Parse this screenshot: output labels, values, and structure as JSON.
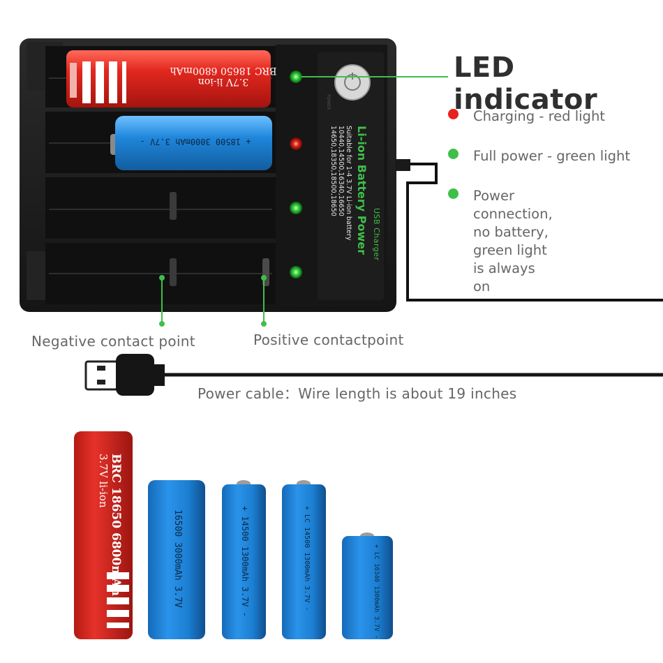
{
  "title": "LED indicator",
  "legend": [
    {
      "color": "#e8201e",
      "text": "Charging - red light"
    },
    {
      "color": "#3fbf4a",
      "text": "Full power - green light"
    },
    {
      "color": "#3fbf4a",
      "text": "Power connection,\nno battery,\ngreen light is always on"
    }
  ],
  "callouts": {
    "negative": "Negative contact point",
    "positive": "Positive contactpoint",
    "cable": "Power cable：Wire length is about 19 inches"
  },
  "charger": {
    "line1": "USB Charger",
    "line2": "Li-ion Battery Power",
    "line3": "Suitable for 1-4 3.7V Li-ion battery",
    "line4": "10440,14500,16340,16650",
    "line5": "14650,18350,18500,18650",
    "button": "POWER"
  },
  "batteries": [
    {
      "label": "BRC 18650 6800mAh",
      "sub": "3.7V li-ion",
      "color": "#d42a22"
    },
    {
      "label": "16500 3000mAh 3.7V",
      "color": "#1f7ed0"
    },
    {
      "label": "+ 14500 1300mAh 3.7V -",
      "color": "#1f7ed0"
    },
    {
      "label": "+ LC 14500 1300mAh 3.7V -",
      "color": "#1f7ed0"
    },
    {
      "label": "+ LC 16340 1300mAh 3.7V -",
      "color": "#1f7ed0"
    }
  ],
  "slot_batteries": [
    {
      "label": "BRC 18650 6800mAh",
      "sub": "3.7V li-ion"
    },
    {
      "label": "+ 18500 3000mAh 3.7V -"
    }
  ],
  "colors": {
    "accent_green": "#3fbf4a",
    "accent_red": "#e8201e",
    "charger_body": "#1c1c1c"
  }
}
